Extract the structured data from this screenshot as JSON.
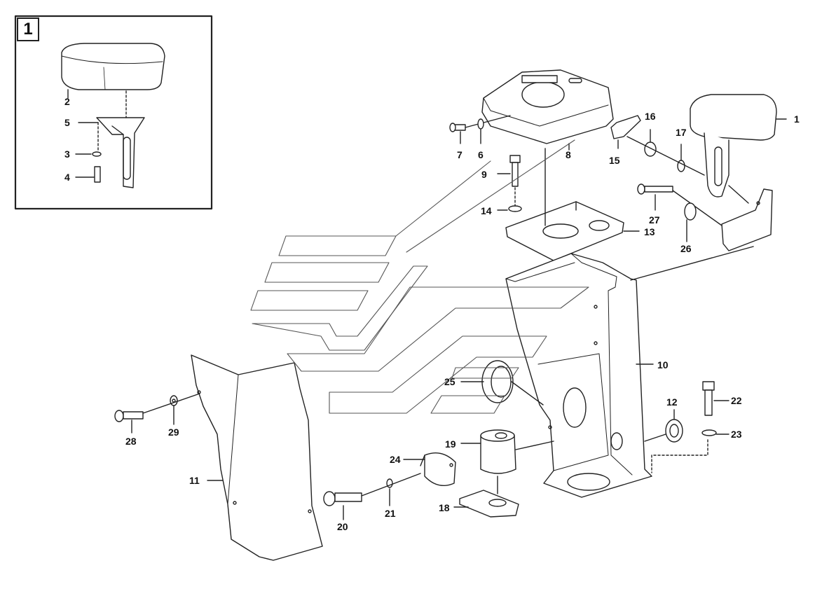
{
  "diagram": {
    "inset_number": "1",
    "part_labels": {
      "p1": "1",
      "p2": "2",
      "p3": "3",
      "p4": "4",
      "p5": "5",
      "main1": "1",
      "p6": "6",
      "p7": "7",
      "p8": "8",
      "p9": "9",
      "p10": "10",
      "p11": "11",
      "p12": "12",
      "p13": "13",
      "p14": "14",
      "p15": "15",
      "p16": "16",
      "p17": "17",
      "p18": "18",
      "p19": "19",
      "p20": "20",
      "p21": "21",
      "p22": "22",
      "p23": "23",
      "p24": "24",
      "p25": "25",
      "p26": "26",
      "p27": "27",
      "p28": "28",
      "p29": "29"
    },
    "colors": {
      "line": "#222222",
      "fill": "#ffffff",
      "shade": "#cfcfcf",
      "watermark": "#555555"
    }
  }
}
